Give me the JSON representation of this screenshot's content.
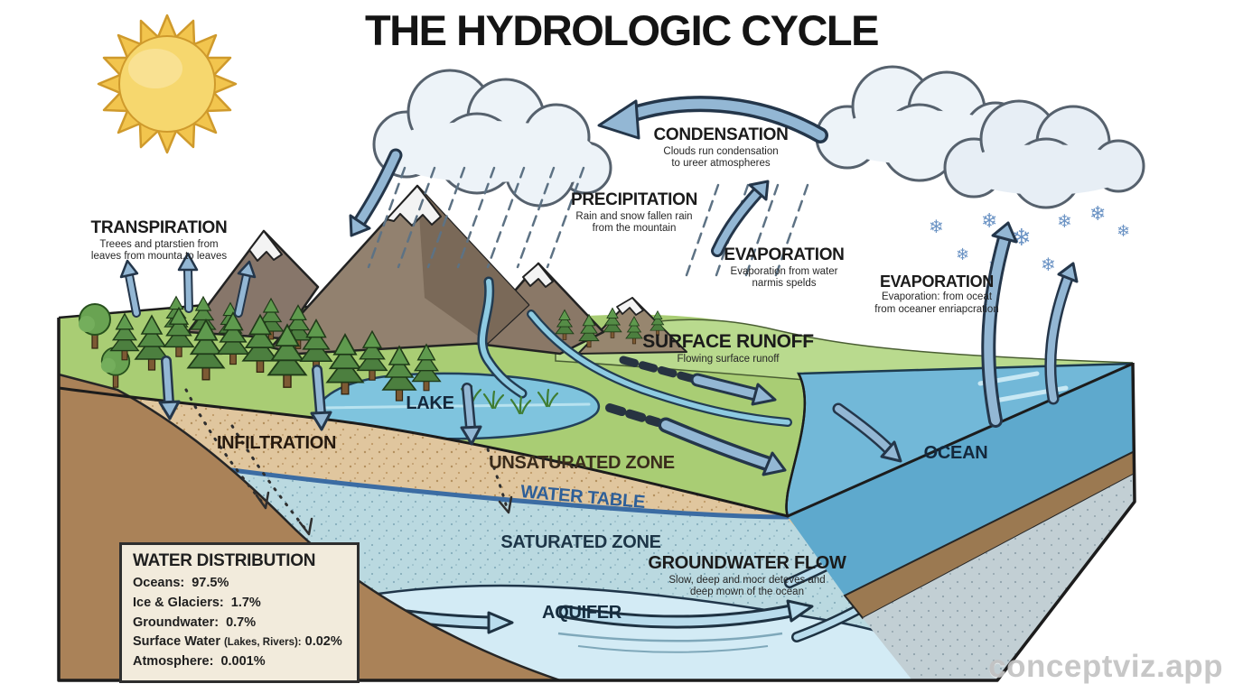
{
  "page": {
    "title": "THE HYDROLOGIC CYCLE",
    "watermark": "conceptviz.app"
  },
  "icons": {
    "snowflake": "❄"
  },
  "colors": {
    "arrow_blue": "#93b7d4",
    "water_blue": "#72b8d8",
    "soil_tan": "#e0c69e",
    "soil_brown": "#aa8258",
    "vegetation_green": "#a9cd74",
    "sun_yellow": "#f2c54e",
    "water_table_blue": "#2e5f98"
  },
  "labels": {
    "transpiration": {
      "title": "TRANSPIRATION",
      "line1": "Treees and ptarstien from",
      "line2": "leaves from mounta.to leaves"
    },
    "condensation": {
      "title": "CONDENSATION",
      "line1": "Clouds run condensation",
      "line2": "to ureer atmospheres"
    },
    "precipitation": {
      "title": "PRECIPITATION",
      "line1": "Rain and snow fallen rain",
      "line2": "from the mountain"
    },
    "evaporation_mid": {
      "title": "EVAPORATION",
      "line1": "Evaporation from water",
      "line2": "narmis spelds"
    },
    "evaporation_right": {
      "title": "EVAPORATION",
      "line1": "Evaporation: from oceat",
      "line2": "from oceaner enriapcration"
    },
    "surface_runoff": {
      "title": "SURFACE RUNOFF",
      "line1": "Flowing surface runoff"
    },
    "groundwater_flow": {
      "title": "GROUNDWATER FLOW",
      "line1": "Slow, deep and mocr deteves and",
      "line2": "deep mown of the ocean"
    },
    "lake": "LAKE",
    "infiltration": "INFILTRATION",
    "unsaturated_zone": "UNSATURATED ZONE",
    "water_table": "WATER TABLE",
    "saturated_zone": "SATURATED ZONE",
    "aquifer": "AQUIFER",
    "ocean": "OCEAN"
  },
  "water_distribution": {
    "title": "WATER DISTRIBUTION",
    "rows": [
      {
        "name": "Oceans:",
        "note": "",
        "value": "97.5%"
      },
      {
        "name": "Ice & Glaciers:",
        "note": "",
        "value": "1.7%"
      },
      {
        "name": "Groundwater:",
        "note": "",
        "value": "0.7%"
      },
      {
        "name": "Surface Water",
        "note": "(Lakes, Rivers):",
        "value": "0.02%"
      },
      {
        "name": "Atmosphere:",
        "note": "",
        "value": "0.001%"
      }
    ]
  }
}
